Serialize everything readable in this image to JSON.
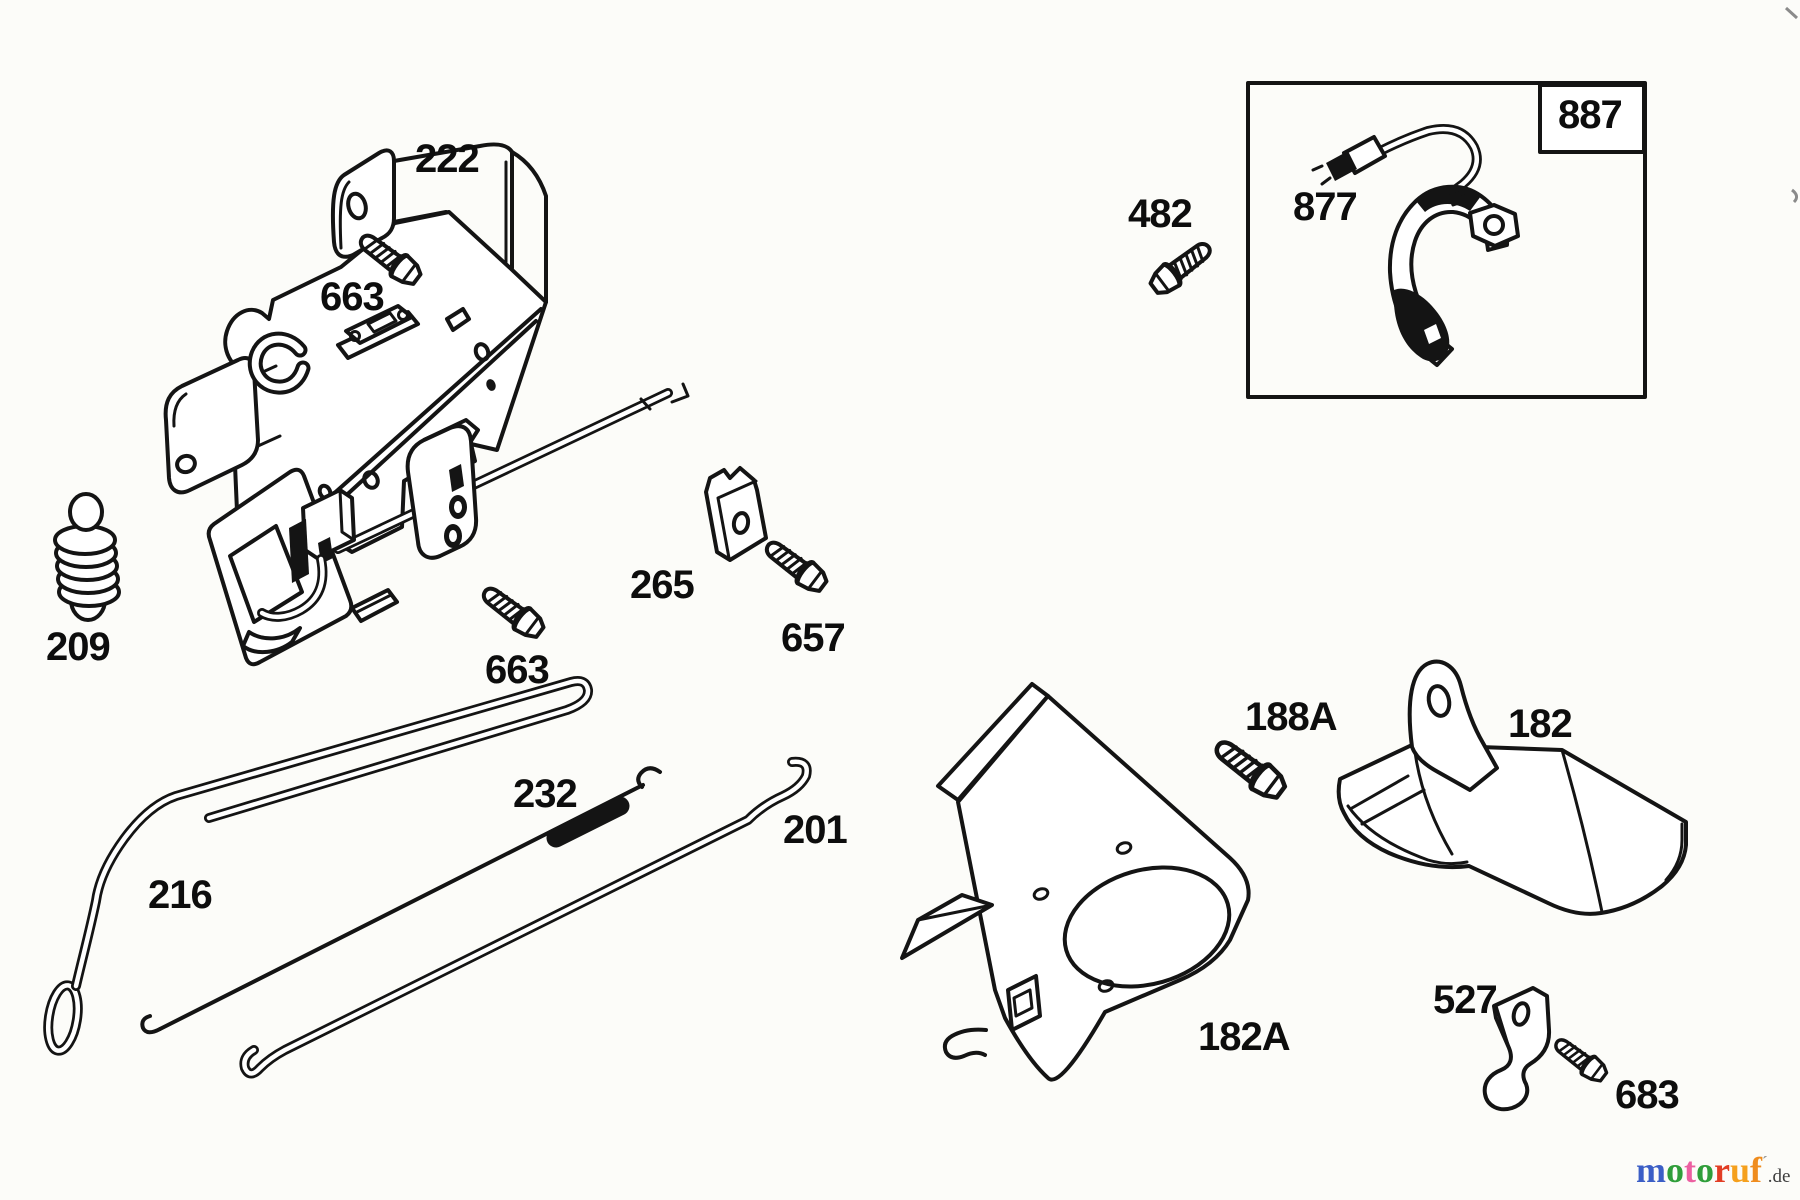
{
  "diagram": {
    "background": "#fcfcf9",
    "line_color": "#141414",
    "callouts": [
      {
        "id": "222",
        "label": "222"
      },
      {
        "id": "663-upper",
        "label": "663"
      },
      {
        "id": "209",
        "label": "209"
      },
      {
        "id": "265",
        "label": "265"
      },
      {
        "id": "657",
        "label": "657"
      },
      {
        "id": "663-lower",
        "label": "663"
      },
      {
        "id": "216",
        "label": "216"
      },
      {
        "id": "232",
        "label": "232"
      },
      {
        "id": "201",
        "label": "201"
      },
      {
        "id": "482",
        "label": "482"
      },
      {
        "id": "877",
        "label": "877"
      },
      {
        "id": "887",
        "label": "887"
      },
      {
        "id": "188A",
        "label": "188A"
      },
      {
        "id": "182",
        "label": "182"
      },
      {
        "id": "182A",
        "label": "182A"
      },
      {
        "id": "527",
        "label": "527"
      },
      {
        "id": "683",
        "label": "683"
      }
    ]
  },
  "watermark": {
    "letters": [
      {
        "char": "m",
        "color": "#3b5ec6"
      },
      {
        "char": "o",
        "color": "#2f9e3a"
      },
      {
        "char": "t",
        "color": "#ec5fa1"
      },
      {
        "char": "o",
        "color": "#2f9e3a"
      },
      {
        "char": "r",
        "color": "#e23d24"
      },
      {
        "char": "u",
        "color": "#f5a01d"
      },
      {
        "char": "f",
        "color": "#ef8c1e"
      }
    ],
    "tick": "´",
    "tick_color": "#9a9a9a",
    "suffix": ".de",
    "suffix_color": "#3d3d3d"
  }
}
